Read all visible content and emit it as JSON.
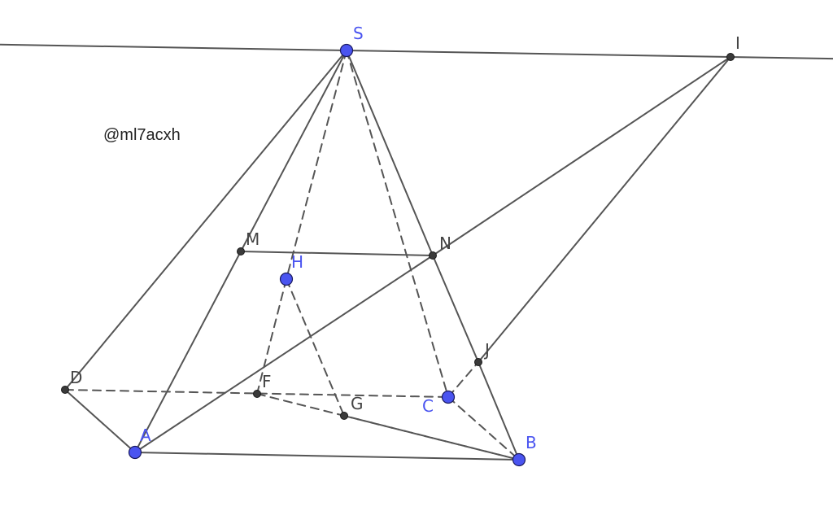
{
  "watermark": "@ml7acxh",
  "colors": {
    "line": "#555555",
    "point_free": "#4a54f0",
    "point_dependent": "#3a3a3a",
    "label_free": "#4a54f0",
    "label_dependent": "#444444"
  },
  "points": [
    {
      "id": "S",
      "label": "S",
      "kind": "free"
    },
    {
      "id": "I",
      "label": "I",
      "kind": "dependent"
    },
    {
      "id": "M",
      "label": "M",
      "kind": "dependent"
    },
    {
      "id": "N",
      "label": "N",
      "kind": "dependent"
    },
    {
      "id": "H",
      "label": "H",
      "kind": "free"
    },
    {
      "id": "D",
      "label": "D",
      "kind": "dependent"
    },
    {
      "id": "F",
      "label": "F",
      "kind": "dependent"
    },
    {
      "id": "G",
      "label": "G",
      "kind": "dependent"
    },
    {
      "id": "C",
      "label": "C",
      "kind": "free"
    },
    {
      "id": "J",
      "label": "J",
      "kind": "dependent"
    },
    {
      "id": "A",
      "label": "A",
      "kind": "free"
    },
    {
      "id": "B",
      "label": "B",
      "kind": "free"
    }
  ],
  "segments": [
    {
      "from": "S",
      "to": "D",
      "style": "solid"
    },
    {
      "from": "S",
      "to": "M",
      "style": "solid"
    },
    {
      "from": "M",
      "to": "A",
      "style": "solid"
    },
    {
      "from": "S",
      "to": "N",
      "style": "solid"
    },
    {
      "from": "N",
      "to": "J",
      "style": "solid"
    },
    {
      "from": "J",
      "to": "B",
      "style": "solid"
    },
    {
      "from": "D",
      "to": "A",
      "style": "solid"
    },
    {
      "from": "A",
      "to": "B",
      "style": "solid"
    },
    {
      "from": "M",
      "to": "N",
      "style": "solid"
    },
    {
      "from": "A",
      "to": "N",
      "style": "solid"
    },
    {
      "from": "N",
      "to": "I",
      "style": "solid"
    },
    {
      "from": "I",
      "to": "J",
      "style": "solid"
    },
    {
      "from": "S",
      "to": "H",
      "style": "dashed"
    },
    {
      "from": "H",
      "to": "F",
      "style": "dashed"
    },
    {
      "from": "H",
      "to": "G",
      "style": "dashed"
    },
    {
      "from": "S",
      "to": "C",
      "style": "dashed"
    },
    {
      "from": "D",
      "to": "C",
      "style": "dashed"
    },
    {
      "from": "F",
      "to": "B",
      "style": "dashed"
    },
    {
      "from": "G",
      "to": "B",
      "style": "dashed"
    },
    {
      "from": "C",
      "to": "B",
      "style": "dashed"
    },
    {
      "from": "C",
      "to": "J",
      "style": "dashed"
    }
  ],
  "lines": [
    {
      "through": [
        "S",
        "I"
      ],
      "style": "solid",
      "extended": true
    }
  ]
}
